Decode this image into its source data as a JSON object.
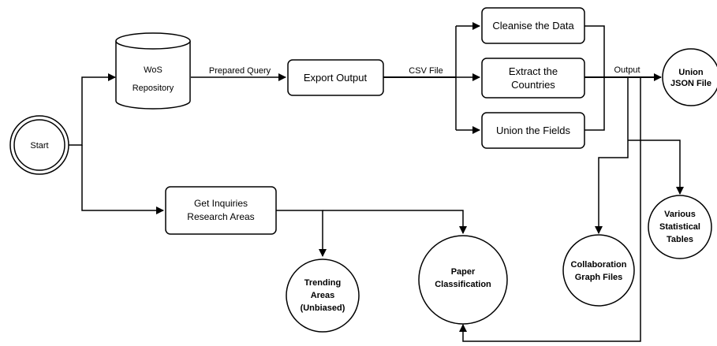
{
  "nodes": {
    "start": "Start",
    "wos": [
      "WoS",
      "Repository"
    ],
    "export": "Export Output",
    "cleanse": "Cleanise the Data",
    "extract": [
      "Extract the",
      "Countries"
    ],
    "union_fields": "Union the Fields",
    "union_json": [
      "Union",
      "JSON File"
    ],
    "inquiries": [
      "Get Inquiries",
      "Research Areas"
    ],
    "trending": [
      "Trending",
      "Areas",
      "(Unbiased)"
    ],
    "paper": [
      "Paper",
      "Classification"
    ],
    "collab": [
      "Collaboration",
      "Graph Files"
    ],
    "tables": [
      "Various",
      "Statistical",
      "Tables"
    ]
  },
  "edge_labels": {
    "prepared_query": "Prepared Query",
    "csv_file": "CSV File",
    "output": "Output"
  }
}
